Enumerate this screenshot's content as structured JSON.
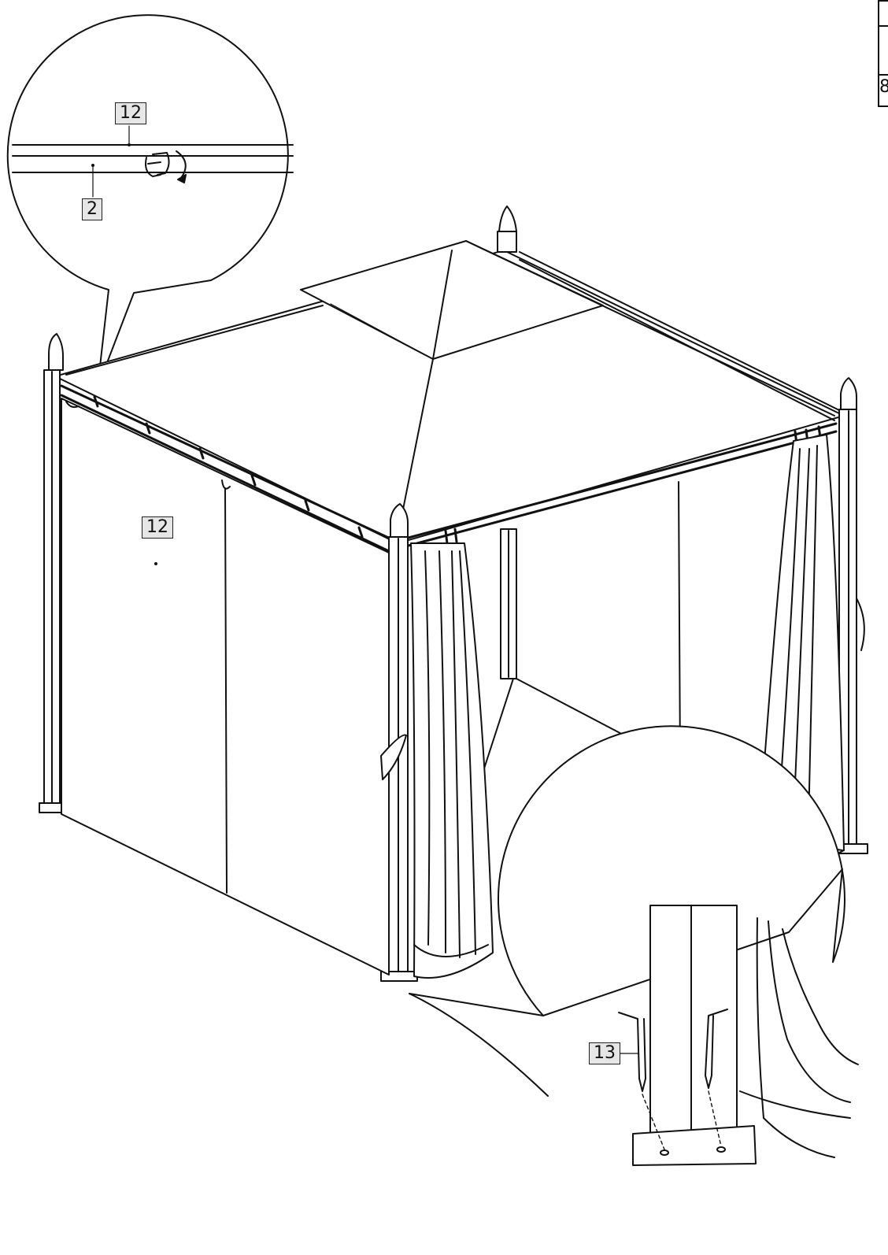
{
  "labels": {
    "top_detail_upper": "12",
    "top_detail_lower": "2",
    "curtain": "12",
    "stake": "13"
  },
  "corner_fragment": "8",
  "icons": {
    "rotation_arrow": "rotate-clockwise-icon"
  }
}
